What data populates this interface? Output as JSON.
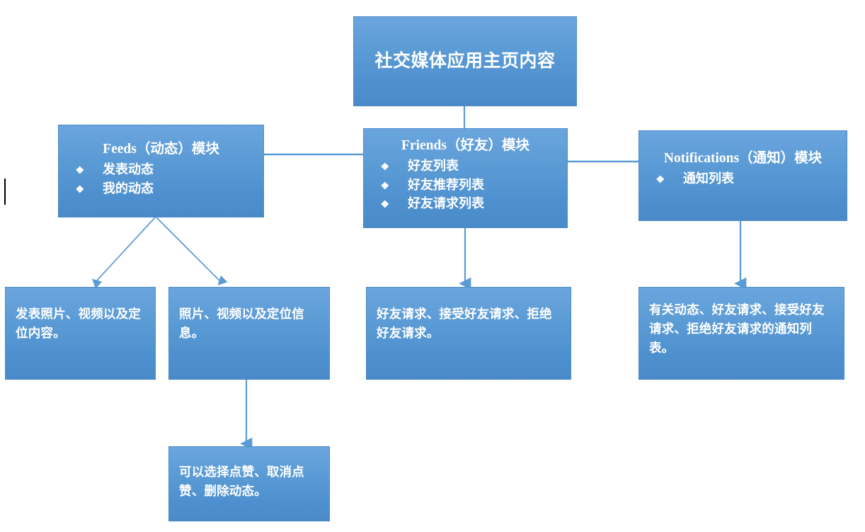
{
  "diagram": {
    "title": "社交媒体应用主页内容",
    "type": "flowchart",
    "accent_color": "#5b9bd5",
    "connector_color": "#5b9bd5",
    "text_color": "#ffffff",
    "background_color": "#ffffff"
  },
  "root": {
    "label": "社交媒体应用主页内容"
  },
  "modules": {
    "feeds": {
      "title": "Feeds（动态）模块",
      "bullet_glyph": "❖",
      "items": [
        {
          "label": "发表动态"
        },
        {
          "label": "我的动态"
        }
      ]
    },
    "friends": {
      "title": "Friends（好友）模块",
      "bullet_glyph": "❖",
      "items": [
        {
          "label": "好友列表"
        },
        {
          "label": "好友推荐列表"
        },
        {
          "label": "好友请求列表"
        }
      ]
    },
    "notifications": {
      "title": "Notifications（通知）模块",
      "bullet_glyph": "❖",
      "items": [
        {
          "label": "通知列表"
        }
      ]
    }
  },
  "descriptions": {
    "feeds_post": "发表照片、视频以及定位内容。",
    "feeds_mine": "照片、视频以及定位信息。",
    "feeds_mine_actions": "可以选择点赞、取消点赞、删除动态。",
    "friends_requests": "好友请求、接受好友请求、拒绝好友请求。",
    "notifications_list": "有关动态、好友请求、接受好友请求、拒绝好友请求的通知列表。"
  }
}
